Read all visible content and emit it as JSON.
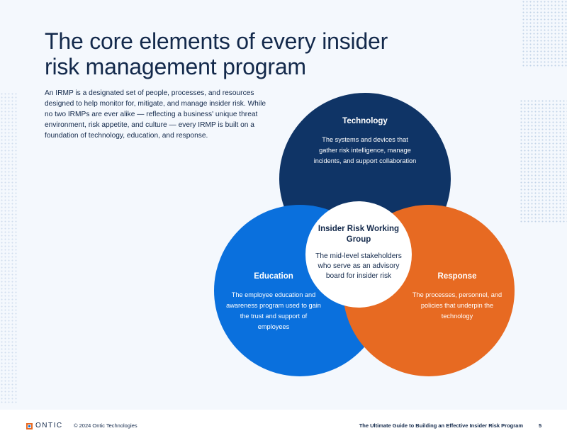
{
  "title": "The core elements of every insider risk management program",
  "intro": "An IRMP is a designated set of people, processes, and resources designed to help monitor for, mitigate, and manage insider risk. While no two IRMPs are ever alike — reflecting a business' unique threat environment, risk appetite, and culture — every IRMP is built on a foundation of technology, education, and response.",
  "venn": {
    "technology": {
      "label": "Technology",
      "description": "The systems and devices that gather risk intelligence, manage incidents, and support collaboration",
      "color": "#0f3466"
    },
    "education": {
      "label": "Education",
      "description": "The employee education and awareness program used to gain the trust and support of employees",
      "color": "#0a70dd"
    },
    "response": {
      "label": "Response",
      "description": "The processes, personnel, and policies that underpin the technology",
      "color": "#e76a22"
    },
    "core": {
      "label": "Insider Risk Working Group",
      "description": "The mid-level stakeholders who serve as an advisory board for insider risk",
      "color": "#ffffff"
    }
  },
  "footer": {
    "logo_text": "ONTIC",
    "logo_icon": "ontic-logo-icon",
    "copyright": "© 2024 Ontic Technologies",
    "guide_title": "The Ultimate Guide to Building an Effective Insider Risk Program",
    "page_number": "5"
  }
}
